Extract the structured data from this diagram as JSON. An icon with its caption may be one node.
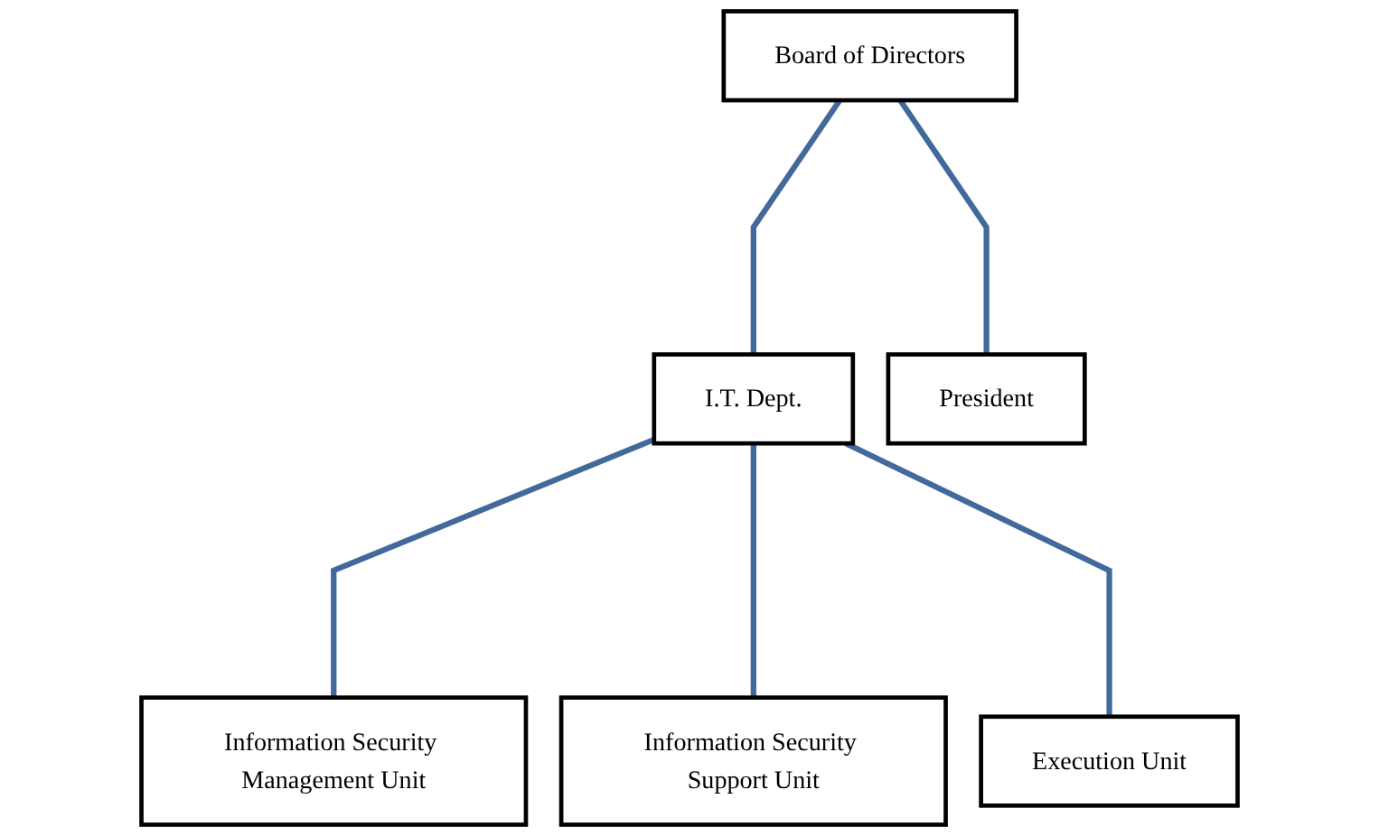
{
  "diagram": {
    "nodes": [
      {
        "text": [
          "Board of Directors"
        ]
      },
      {
        "text": [
          "President"
        ]
      },
      {
        "text": [
          "I.T. Dept."
        ]
      },
      {
        "text": [
          "Information Security Management Unit"
        ]
      },
      {
        "text": [
          "Information Security Support Unit"
        ]
      },
      {
        "text": [
          "Execution Unit"
        ]
      }
    ],
    "edges": [
      {
        "from": 0,
        "to": 2,
        "arrow": "none"
      },
      {
        "from": 0,
        "to": 1,
        "arrow": "none"
      },
      {
        "from": 2,
        "to": 3,
        "arrow": "none"
      },
      {
        "from": 2,
        "to": 4,
        "arrow": "none"
      },
      {
        "from": 2,
        "to": 5,
        "arrow": "none"
      }
    ]
  }
}
